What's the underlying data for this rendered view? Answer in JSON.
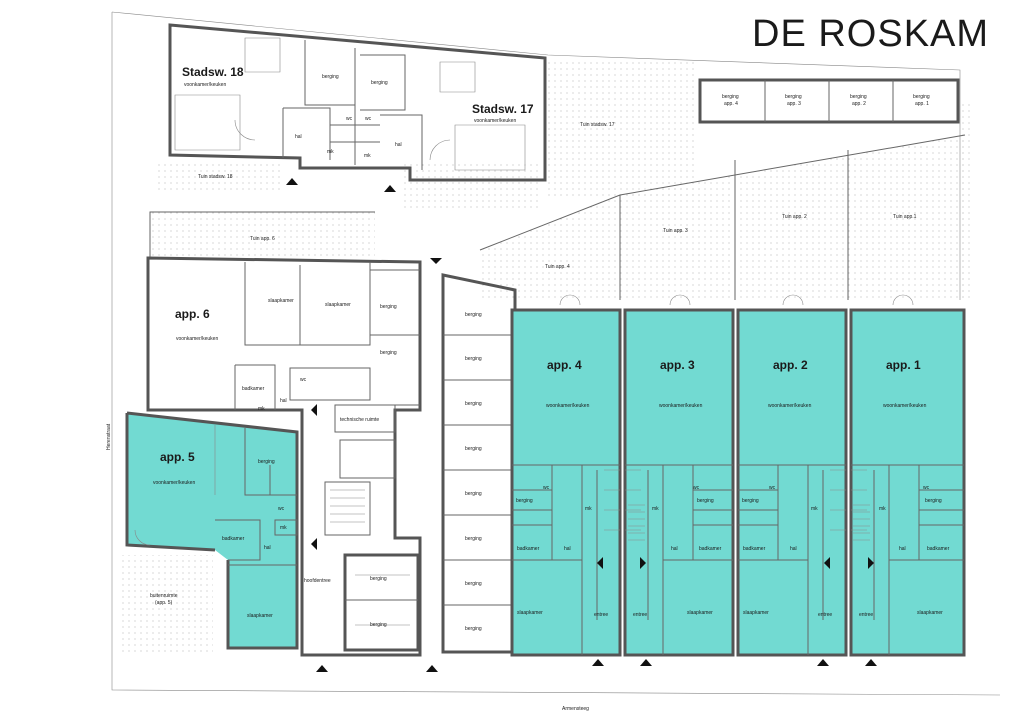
{
  "brand": "DE ROSKAM",
  "colors": {
    "apartment_fill": "#72dad2",
    "wall": "#555555",
    "garden_dots": "#bbbbbb"
  },
  "streets": {
    "left": "Herenstraat",
    "bottom": "Armensteeg"
  },
  "stadswoningen": {
    "s18": {
      "title": "Stadsw. 18",
      "living": "voonkamer/keuken",
      "storage": "berging",
      "hall": "hal",
      "wc": "wc",
      "mk": "mk",
      "garden": "Tuin stadsw. 18"
    },
    "s17": {
      "title": "Stadsw. 17",
      "living": "voonkamer/keuken",
      "storage": "berging",
      "hall": "hal",
      "wc": "wc",
      "mk": "mk",
      "garden": "Tuin stadsw. 17"
    }
  },
  "storage_row": [
    {
      "line1": "berging",
      "line2": "app. 4"
    },
    {
      "line1": "berging",
      "line2": "app. 3"
    },
    {
      "line1": "berging",
      "line2": "app. 2"
    },
    {
      "line1": "berging",
      "line2": "app. 1"
    }
  ],
  "gardens": {
    "app6": "Tuin app. 6",
    "app4": "Tuin app. 4",
    "app3": "Tuin app. 3",
    "app2": "Tuin app. 2",
    "app1": "Tuin app.1"
  },
  "app6": {
    "title": "app. 6",
    "living": "voonkamer/keuken",
    "bed1": "slaapkamer",
    "bed2": "slaapkamer",
    "bath": "badkamer",
    "hall": "hal",
    "wc": "wc",
    "mk": "mk",
    "storage1": "berging",
    "storage2": "berging"
  },
  "core": {
    "tech": "technische ruimte",
    "entrance": "hoofdentree",
    "storage1": "berging",
    "storage2": "berging",
    "storage_col": [
      "berging",
      "berging",
      "berging",
      "berging",
      "berging",
      "berging",
      "berging",
      "berging"
    ]
  },
  "app5": {
    "title": "app. 5",
    "living": "voonkamer/keuken",
    "storage": "berging",
    "bath": "badkamer",
    "hall": "hal",
    "wc": "wc",
    "mk": "mk",
    "bed": "slaapkamer",
    "outdoor1": "buitenruimte",
    "outdoor2": "(app. 5)"
  },
  "apartments": [
    {
      "title": "app. 4",
      "living": "woonkamer/keuken",
      "storage": "berging",
      "wc": "wc",
      "mk": "mk",
      "bath": "badkamer",
      "hall": "hal",
      "bed": "slaapkamer",
      "entry": "entree"
    },
    {
      "title": "app. 3",
      "living": "woonkamer/keuken",
      "storage": "berging",
      "wc": "wc",
      "mk": "mk",
      "bath": "badkamer",
      "hall": "hal",
      "bed": "slaapkamer",
      "entry": "entree"
    },
    {
      "title": "app. 2",
      "living": "woonkamer/keuken",
      "storage": "berging",
      "wc": "wc",
      "mk": "mk",
      "bath": "badkamer",
      "hall": "hal",
      "bed": "slaapkamer",
      "entry": "entree"
    },
    {
      "title": "app. 1",
      "living": "woonkamer/keuken",
      "storage": "berging",
      "wc": "wc",
      "mk": "mk",
      "bath": "badkamer",
      "hall": "hal",
      "bed": "slaapkamer",
      "entry": "entree"
    }
  ]
}
